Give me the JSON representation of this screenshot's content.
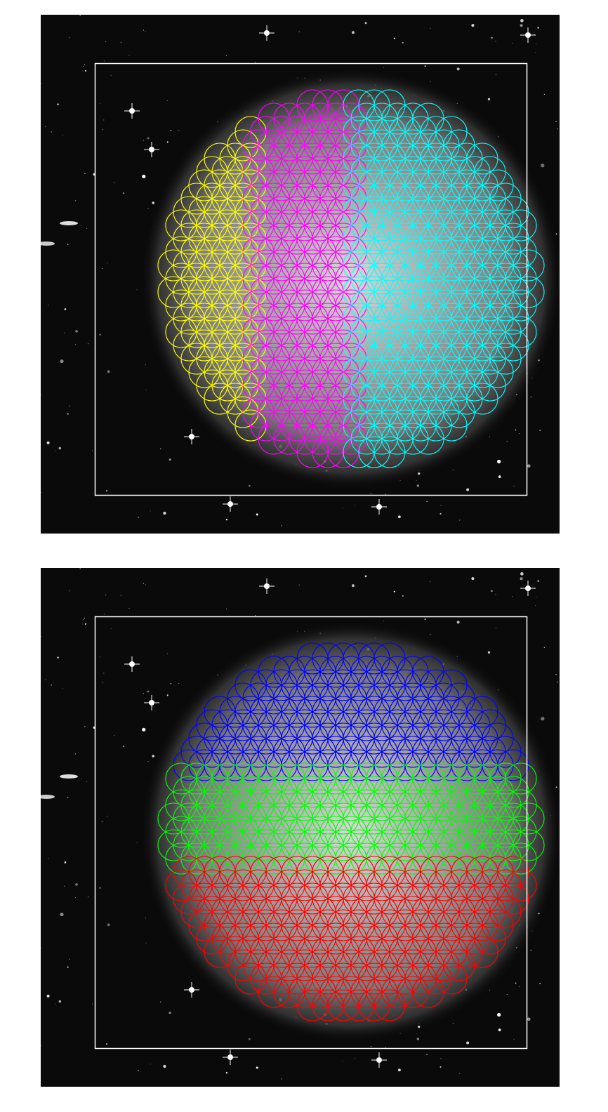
{
  "figure": {
    "background": "#ffffff",
    "sky_color": "#0a0a0a",
    "frame_color": "#ffffff",
    "panels": [
      {
        "name": "top",
        "split": "vertical",
        "pointings": [
          {
            "side": "left",
            "color": "#ffff00"
          },
          {
            "side": "center",
            "color": "#ff00ff"
          },
          {
            "side": "right",
            "color": "#00ffff"
          }
        ]
      },
      {
        "name": "bottom",
        "split": "horizontal",
        "pointings": [
          {
            "side": "top",
            "color": "#0000ff"
          },
          {
            "side": "middle",
            "color": "#00ff00"
          },
          {
            "side": "bottom",
            "color": "#ff0000"
          }
        ]
      }
    ]
  }
}
